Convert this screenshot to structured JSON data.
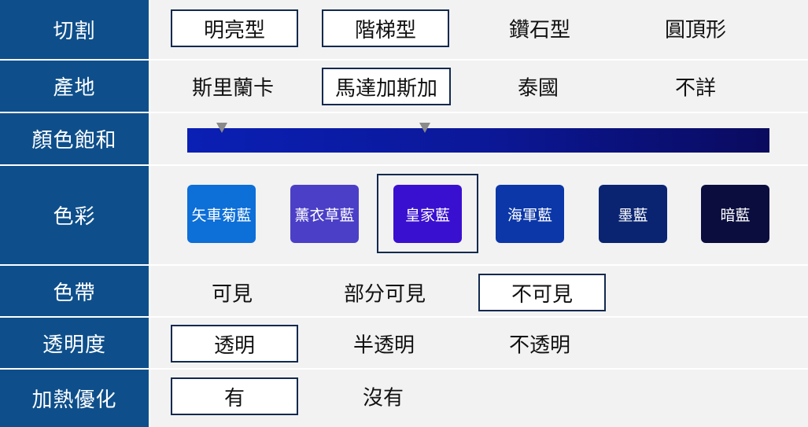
{
  "rows": {
    "cut": {
      "label": "切割",
      "options": [
        "明亮型",
        "階梯型",
        "鑽石型",
        "圓頂形"
      ],
      "selected": [
        "明亮型",
        "階梯型"
      ]
    },
    "origin": {
      "label": "產地",
      "options": [
        "斯里蘭卡",
        "馬達加斯加",
        "泰國",
        "不詳"
      ],
      "selected": [
        "馬達加斯加"
      ]
    },
    "saturation": {
      "label": "顏色飽和",
      "range_start_fraction": 0.06,
      "range_end_fraction": 0.41,
      "colors": {
        "start": "#0a1fb4",
        "end": "#0a0a5e",
        "marker": "#8a8a8a"
      }
    },
    "color": {
      "label": "色彩",
      "swatches": [
        {
          "name": "矢車菊藍",
          "color": "#0d6fd8"
        },
        {
          "name": "薰衣草藍",
          "color": "#4b3fc7"
        },
        {
          "name": "皇家藍",
          "color": "#3a10d0"
        },
        {
          "name": "海軍藍",
          "color": "#0b37a8"
        },
        {
          "name": "墨藍",
          "color": "#0a2472"
        },
        {
          "name": "暗藍",
          "color": "#0a0d3e"
        }
      ],
      "selected": "皇家藍"
    },
    "band": {
      "label": "色帶",
      "options": [
        "可見",
        "部分可見",
        "不可見"
      ],
      "selected": [
        "不可見"
      ]
    },
    "transparency": {
      "label": "透明度",
      "options": [
        "透明",
        "半透明",
        "不透明"
      ],
      "selected": [
        "透明"
      ]
    },
    "heat": {
      "label": "加熱優化",
      "options": [
        "有",
        "沒有"
      ],
      "selected": [
        "有"
      ]
    }
  },
  "colors": {
    "label_bg": "#0e4f8b",
    "content_bg": "#f2f2f2",
    "selection_border": "#12294f"
  }
}
